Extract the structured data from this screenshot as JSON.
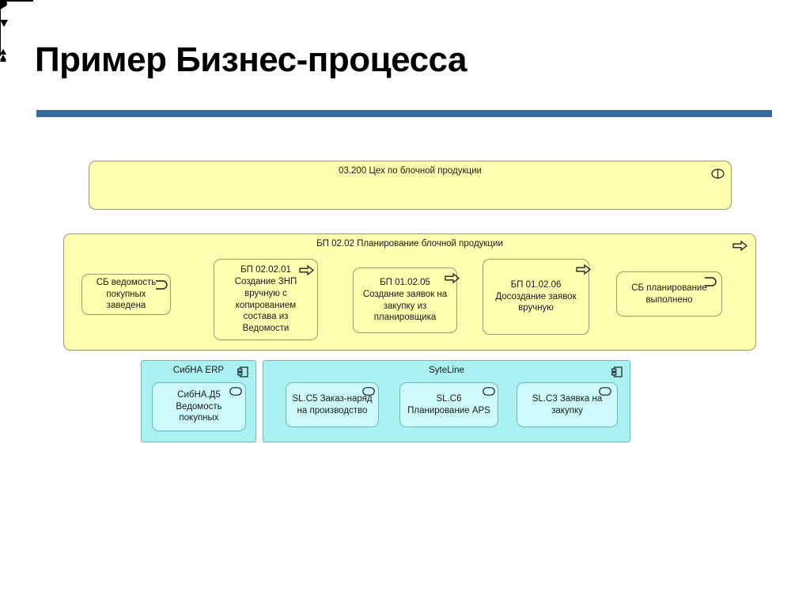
{
  "slide": {
    "title": "Пример Бизнес-процесса",
    "rule_color": "#36699e"
  },
  "colors": {
    "group_yellow": "#ffffaf",
    "group_yellow_border": "#9b9b6e",
    "group_blue": "#aaf2f2",
    "node_blue": "#cdfbfb",
    "node_blue_border": "#6fb6bd",
    "connector": "#000000"
  },
  "diagram": {
    "org_unit": {
      "label": "03.200 Цех по блочной продукции",
      "icon": "actor-role-icon"
    },
    "process_group": {
      "label": "БП 02.02 Планирование блочной продукции",
      "icon": "process-arrow-icon"
    },
    "process_nodes": [
      {
        "id": "event-start",
        "type": "business-event",
        "icon": "event-icon",
        "lines": [
          "СБ ведомость",
          "покупных",
          "заведена"
        ],
        "text": "СБ ведомость покупных заведена"
      },
      {
        "id": "bp-02-02-01",
        "type": "business-process",
        "icon": "process-arrow-icon",
        "lines": [
          "БП 02.02.01",
          "Создание ЗНП",
          "вручную с",
          "копированием",
          "состава из",
          "Ведомости"
        ],
        "text": "БП 02.02.01 Создание ЗНП вручную с копированием состава из Ведомости"
      },
      {
        "id": "bp-01-02-05",
        "type": "business-process",
        "icon": "process-arrow-icon",
        "lines": [
          "БП 01.02.05",
          "Создание заявок",
          "на закупку из",
          "планировщика"
        ],
        "text": "БП 01.02.05 Создание заявок на закупку из планировщика"
      },
      {
        "id": "bp-01-02-06",
        "type": "business-process",
        "icon": "process-arrow-icon",
        "lines": [
          "БП 01.02.06",
          "Досоздание",
          "заявок вручную"
        ],
        "text": "БП 01.02.06 Досоздание заявок вручную"
      },
      {
        "id": "event-end",
        "type": "business-event",
        "icon": "event-icon",
        "lines": [
          "СБ",
          "планирование",
          "выполнено"
        ],
        "text": "СБ планирование выполнено"
      }
    ],
    "system_groups": [
      {
        "id": "sibna-erp",
        "label": "СибНА ERP",
        "icon": "application-component-icon",
        "components": [
          {
            "id": "sibna-d5",
            "icon": "application-service-icon",
            "lines": [
              "СибНА.Д5",
              "Ведомость",
              "покупных"
            ],
            "text": "СибНА.Д5 Ведомость покупных"
          }
        ]
      },
      {
        "id": "syteline",
        "label": "SyteLine",
        "icon": "application-component-icon",
        "components": [
          {
            "id": "sl-c5",
            "icon": "application-service-icon",
            "lines": [
              "SL.C5 Заказ-",
              "наряд на",
              "производство"
            ],
            "text": "SL.C5 Заказ-наряд на производство"
          },
          {
            "id": "sl-c6",
            "icon": "application-service-icon",
            "lines": [
              "SL.C6",
              "Планирование",
              "APS"
            ],
            "text": "SL.C6 Планирование APS"
          },
          {
            "id": "sl-c3",
            "icon": "application-service-icon",
            "lines": [
              "SL.C3 Заявка",
              "на закупку"
            ],
            "text": "SL.C3 Заявка на закупку"
          }
        ]
      }
    ],
    "connectors": [
      {
        "id": "org-to-process",
        "from": "03.200 Цех по блочной продукции",
        "to": "БП 02.02 Планирование блочной продукции",
        "style": "assignment"
      },
      {
        "id": "flow-1",
        "from": "СБ ведомость покупных заведена",
        "to": "БП 02.02.01",
        "style": "trigger"
      },
      {
        "id": "flow-2",
        "from": "БП 02.02.01",
        "to": "БП 01.02.05",
        "style": "trigger"
      },
      {
        "id": "flow-3",
        "from": "БП 01.02.05",
        "to": "БП 01.02.06",
        "style": "trigger"
      },
      {
        "id": "flow-4",
        "from": "БП 01.02.06",
        "to": "СБ планирование выполнено",
        "style": "trigger"
      },
      {
        "id": "serve-1",
        "from": "СибНА.Д5 Ведомость покупных",
        "to": "БП 02.02.01",
        "style": "serving"
      },
      {
        "id": "serve-2",
        "from": "SL.C5 Заказ-наряд на производство",
        "to": "БП 02.02.01",
        "style": "serving"
      },
      {
        "id": "serve-3",
        "from": "SL.C6 Планирование APS",
        "to": "БП 01.02.05",
        "style": "serving"
      },
      {
        "id": "serve-4",
        "from": "SL.C3 Заявка на закупку",
        "to": "БП 01.02.06",
        "style": "serving"
      }
    ]
  }
}
